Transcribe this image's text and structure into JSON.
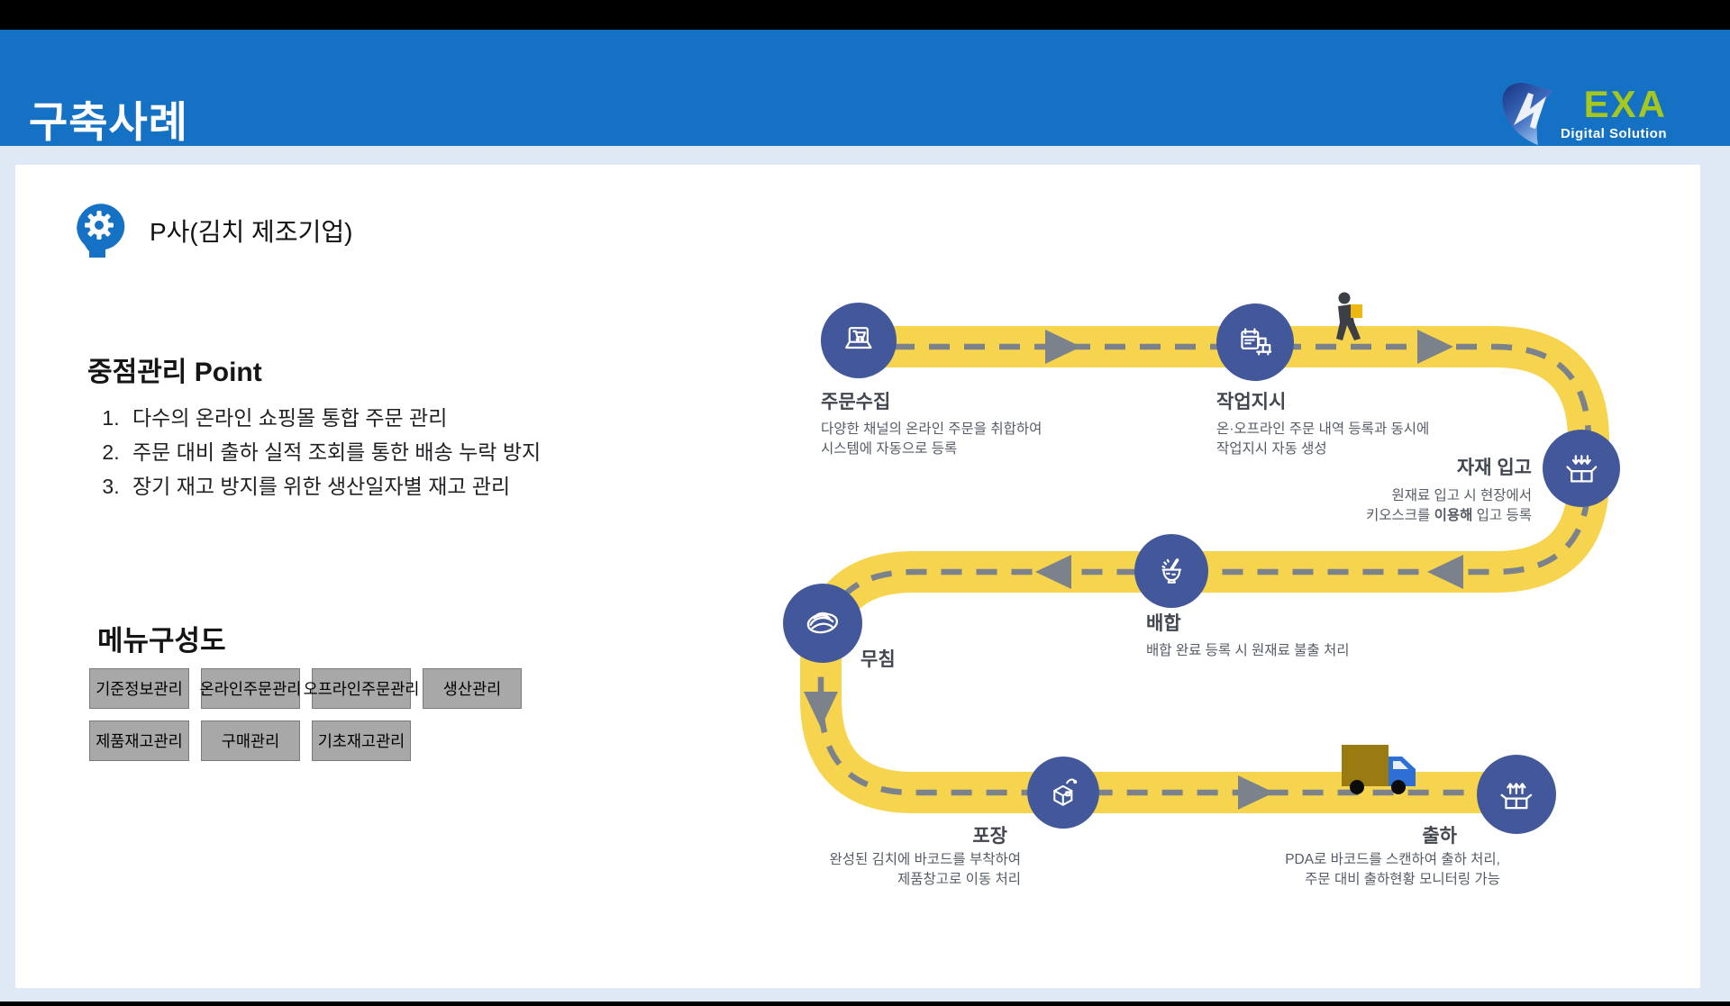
{
  "slide": {
    "title": "구축사례"
  },
  "logo": {
    "brand": "EXA",
    "subtitle": "Digital Solution"
  },
  "case_heading": "P사(김치 제조기업)",
  "points": {
    "heading": "중점관리 Point",
    "items": [
      "다수의 온라인 쇼핑몰 통합 주문 관리",
      "주문 대비 출하 실적 조회를 통한 배송 누락 방지",
      "장기 재고 방지를 위한 생산일자별 재고 관리"
    ]
  },
  "menu": {
    "heading": "메뉴구성도",
    "row1": [
      "기준정보관리",
      "온라인주문관리",
      "오프라인주문관리",
      "생산관리"
    ],
    "row2": [
      "제품재고관리",
      "구매관리",
      "기초재고관리"
    ]
  },
  "flow": {
    "nodes": [
      {
        "id": "order-collect",
        "label": "주문수집",
        "desc": [
          "다양한 채널의 온라인 주문을 취합하여",
          "시스템에 자동으로 등록"
        ]
      },
      {
        "id": "work-order",
        "label": "작업지시",
        "desc": [
          "온·오프라인 주문 내역 등록과 동시에",
          "작업지시 자동 생성"
        ]
      },
      {
        "id": "material-receive",
        "label": "자재 입고",
        "desc1": "원재료 입고 시 현장에서",
        "desc2_pre": "키오스크를 ",
        "desc2_bold": "이용해",
        "desc2_post": " 입고 등록"
      },
      {
        "id": "mixing",
        "label": "배합",
        "desc": [
          "배합 완료 등록 시 원재료 불출 처리"
        ]
      },
      {
        "id": "seasoning",
        "label": "무침"
      },
      {
        "id": "packing",
        "label": "포장",
        "desc": [
          "완성된 김치에 바코드를 부착하여",
          "제품창고로 이동 처리"
        ]
      },
      {
        "id": "shipping",
        "label": "출하",
        "desc": [
          "PDA로 바코드를 스캔하여 출하 처리,",
          "주문 대비 출하현황 모니터링 가능"
        ]
      }
    ]
  },
  "colors": {
    "header_blue": "#1571c4",
    "logo_green": "#a6c71e",
    "node_circle_blue": "#43589a",
    "road_yellow": "#f6d44e",
    "dash_gray": "#7c828c",
    "menu_chip_gray": "#a8a8a8",
    "truck_body_gold": "#9a7b12",
    "truck_cab_blue": "#2e6fd6",
    "carried_box_yellow": "#efb810"
  }
}
